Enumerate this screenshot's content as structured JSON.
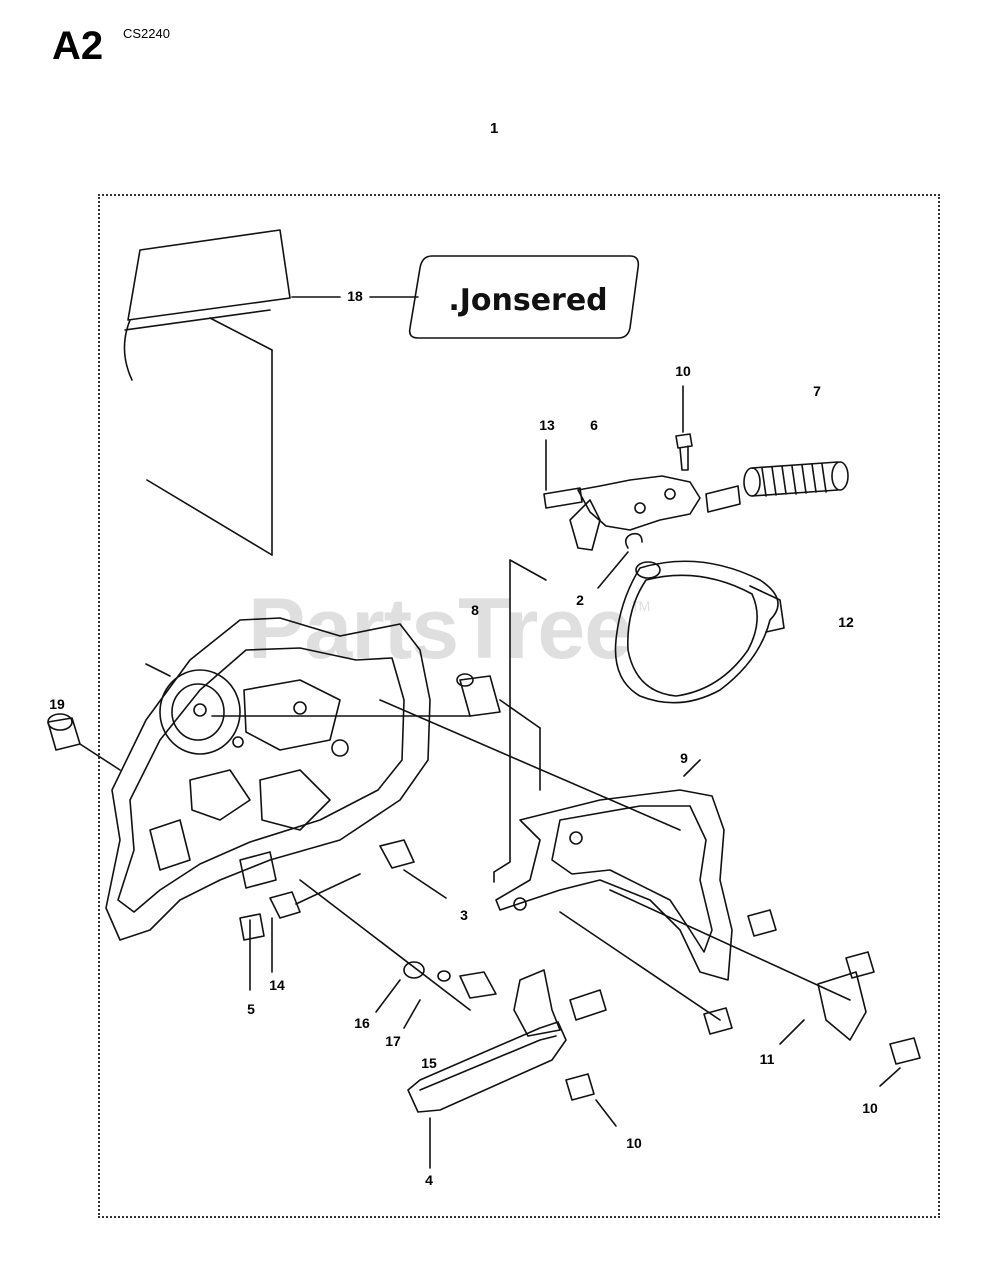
{
  "header": {
    "section": "A2",
    "model": "CS2240",
    "kit": "1"
  },
  "decal_brand": ".Jonsered",
  "watermark": {
    "text": "PartsTree",
    "mark": "TM"
  },
  "callouts": [
    "18",
    "10",
    "7",
    "13",
    "6",
    "2",
    "8",
    "12",
    "19",
    "9",
    "3",
    "14",
    "5",
    "16",
    "17",
    "15",
    "11",
    "10",
    "4",
    "10"
  ]
}
